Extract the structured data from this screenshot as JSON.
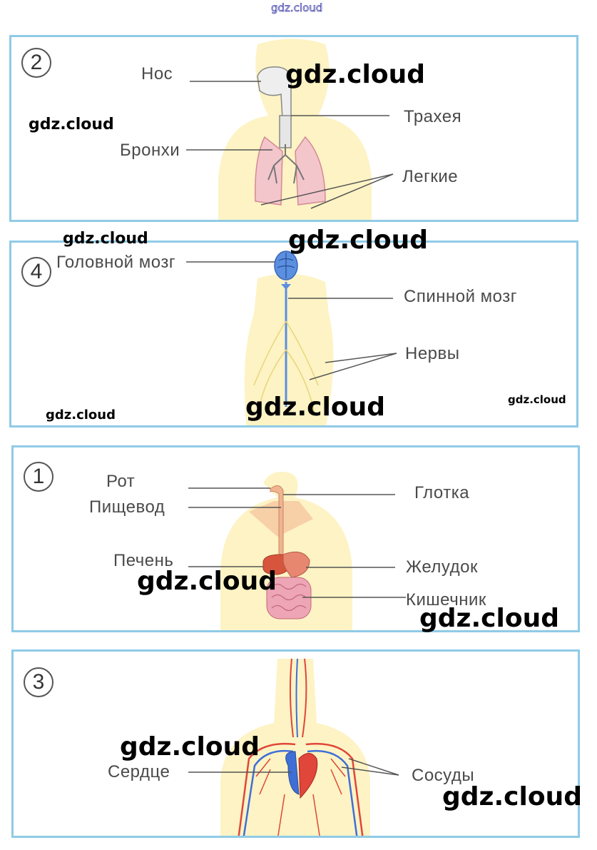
{
  "watermark": "gdz.cloud",
  "panels": [
    {
      "number": "2",
      "labels": {
        "nose": "Нос",
        "trachea": "Трахея",
        "bronchi": "Бронхи",
        "lungs": "Легкие"
      }
    },
    {
      "number": "4",
      "labels": {
        "brain": "Головной мозг",
        "spinal_cord": "Спинной мозг",
        "nerves": "Нервы"
      }
    },
    {
      "number": "1",
      "labels": {
        "mouth": "Рот",
        "pharynx": "Глотка",
        "esophagus": "Пищевод",
        "liver": "Печень",
        "stomach": "Желудок",
        "intestine": "Кишечник"
      }
    },
    {
      "number": "3",
      "labels": {
        "heart": "Сердце",
        "vessels": "Сосуды"
      }
    }
  ],
  "colors": {
    "panel_border": "#8fcbe6",
    "body_silhouette": "#fdf3c4",
    "lungs": "#f3c6cc",
    "brain": "#5b8fe0",
    "organs": "#e8876f",
    "artery": "#e0463a",
    "vein": "#3f6fd6"
  }
}
